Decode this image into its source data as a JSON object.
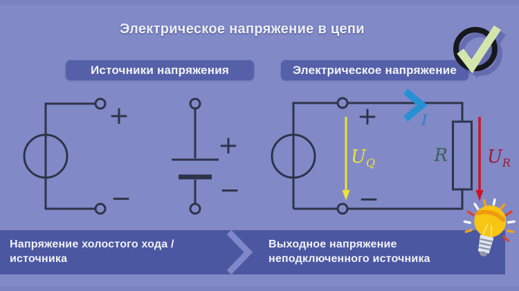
{
  "title": "Электрическое напряжение в цепи",
  "headers": {
    "left": "Источники напряжения",
    "right": "Электрическое напряжение"
  },
  "symbols": {
    "plus": "+",
    "minus": "−"
  },
  "circuit_labels": {
    "current": "I",
    "source_voltage": {
      "main": "U",
      "sub": "Q"
    },
    "resistor": "R",
    "resistor_voltage": {
      "main": "U",
      "sub": "R"
    }
  },
  "banner": {
    "left_line1": "Напряжение холостого хода /",
    "left_line2": "источника",
    "right_line1": "Выходное напряжение",
    "right_line2": "неподключенного источника"
  },
  "icons": {
    "checkmark": "checkmark-logo",
    "lightbulb": "idea-lightbulb"
  },
  "colors": {
    "background": "#8189c7",
    "header_pill": "#5560a9",
    "banner": "#4c57a2",
    "wire": "#2e3348",
    "current_arrow": "#2790d4",
    "source_voltage_arrow": "#f0e431",
    "resistor_voltage_arrow": "#ce1320",
    "resistor_label": "#3f5f5b",
    "resistor_voltage_label": "#9c1b31",
    "check_green": "#d3e6ae",
    "bulb_yellow": "#f7c513"
  }
}
